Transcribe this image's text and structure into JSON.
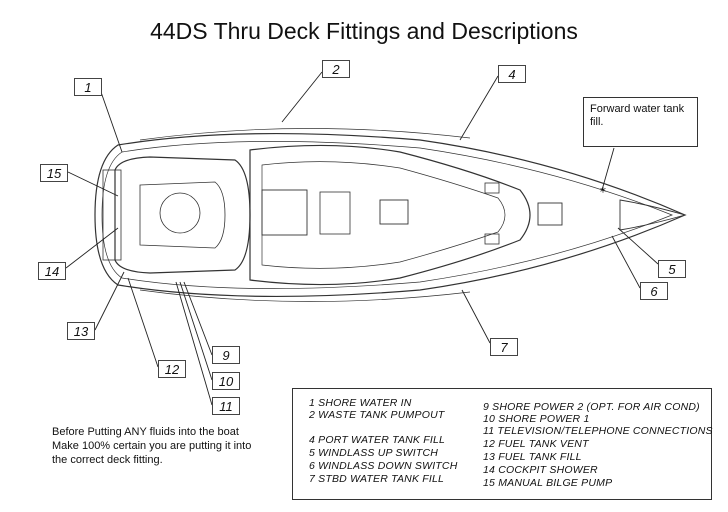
{
  "title": "44DS Thru Deck Fittings and Descriptions",
  "note": "Forward water tank fill.",
  "caution": [
    "Before Putting ANY fluids into the boat",
    "Make 100% certain you are putting it into",
    "the correct deck fitting."
  ],
  "callouts": [
    "1",
    "2",
    "4",
    "5",
    "6",
    "7",
    "9",
    "10",
    "11",
    "12",
    "13",
    "14",
    "15"
  ],
  "legend_left": [
    "1  SHORE WATER IN",
    "2  WASTE TANK PUMPOUT",
    "4  PORT WATER TANK FILL",
    "5  WINDLASS UP SWITCH",
    "6  WINDLASS DOWN SWITCH",
    "7  STBD WATER TANK FILL"
  ],
  "legend_right": [
    "9  SHORE POWER 2 (OPT. FOR AIR COND)",
    "10  SHORE POWER 1",
    "11  TELEVISION/TELEPHONE CONNECTIONS",
    "12  FUEL  TANK VENT",
    "13  FUEL TANK FILL",
    "14  COCKPIT SHOWER",
    "15  MANUAL BILGE PUMP"
  ]
}
